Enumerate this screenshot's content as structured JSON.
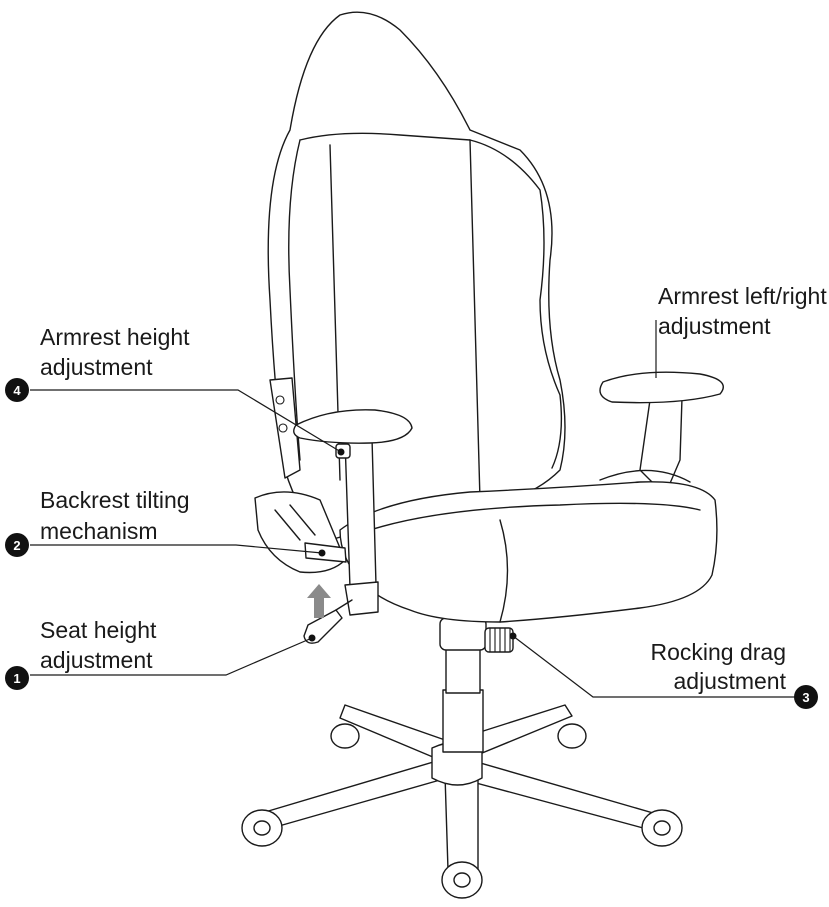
{
  "callouts": [
    {
      "number": "1",
      "lines": [
        "Seat height",
        "adjustment"
      ]
    },
    {
      "number": "2",
      "lines": [
        "Backrest tilting",
        "mechanism"
      ]
    },
    {
      "number": "3",
      "lines": [
        "Rocking drag",
        "adjustment"
      ]
    },
    {
      "number": "4",
      "lines": [
        "Armrest height",
        "adjustment"
      ]
    },
    {
      "number": "",
      "lines": [
        "Armrest left/right",
        "adjustment"
      ]
    }
  ],
  "colors": {
    "line": "#1a1a1a",
    "lever_arrow": "#8a8a8a",
    "badge": "#111111"
  }
}
